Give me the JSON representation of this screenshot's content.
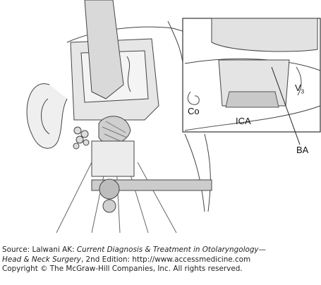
{
  "labels": {
    "co": "Co",
    "ica": "ICA",
    "v3_main": "V",
    "v3_sub": "3",
    "ba": "BA"
  },
  "credit": {
    "source_prefix": "Source: Lalwani AK: ",
    "source_title_1": "Current Diagnosis & Treatment in Otolaryngology—",
    "source_title_2": "Head & Neck Surgery",
    "source_suffix": ", 2nd Edition: http://www.accessmedicine.com",
    "copyright": "Copyright © The McGraw-Hill Companies, Inc. All rights reserved."
  }
}
